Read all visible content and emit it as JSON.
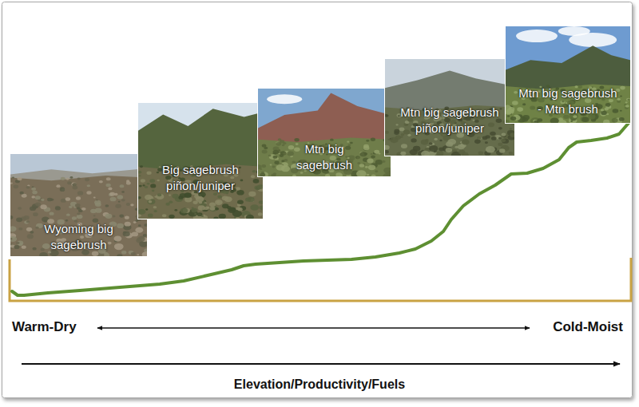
{
  "diagram": {
    "nodes": [
      {
        "text": [
          "Wyoming big sagebrush"
        ]
      },
      {
        "text": [
          "Big sagebrush piñon/juniper"
        ]
      },
      {
        "text": [
          "Mtn big sagebrush"
        ]
      },
      {
        "text": [
          "Mtn big sagebrush piñon/juniper"
        ]
      },
      {
        "text": [
          "Mtn big sagebrush - Mtn brush"
        ]
      }
    ],
    "labels": [
      "Warm-Dry",
      "Cold-Moist",
      "Elevation/Productivity/Fuels"
    ]
  }
}
